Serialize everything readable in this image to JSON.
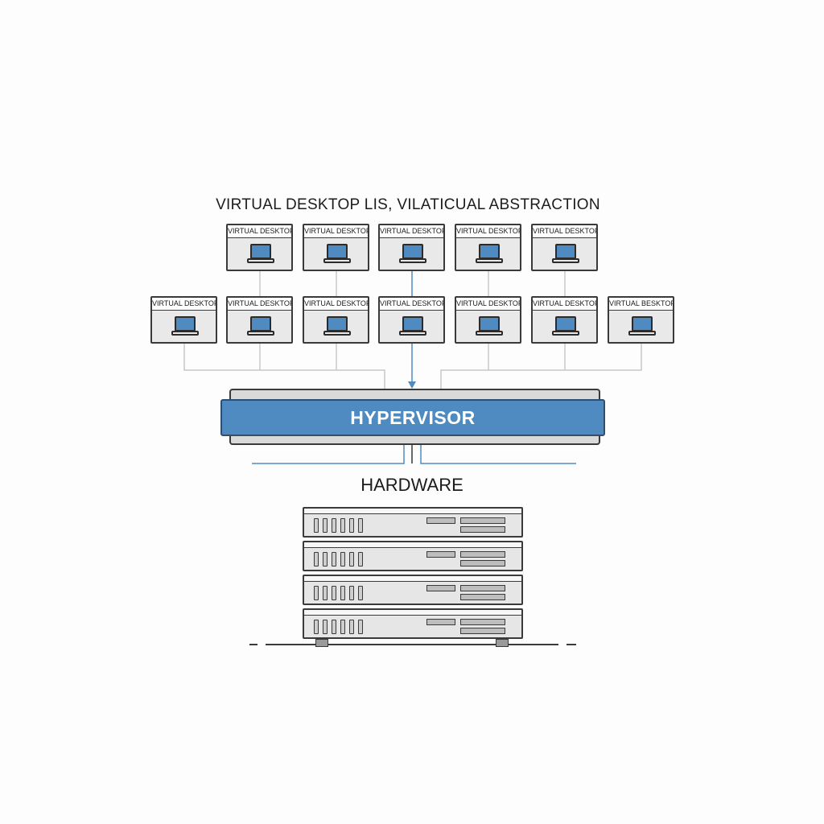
{
  "diagram": {
    "title": "VIRTUAL DESKTOP LIS, VILATICUAL ABSTRACTION",
    "desktops_row1": [
      {
        "label": "VIRTUAL DESKTOP"
      },
      {
        "label": "VIRTUAL DESKTOP"
      },
      {
        "label": "VIRTUAL DESKTOP"
      },
      {
        "label": "VIRTUAL DESKTOP"
      },
      {
        "label": "VIRTUAL DESKTOP"
      }
    ],
    "desktops_row2": [
      {
        "label": "VIRTUAL DESKTOP"
      },
      {
        "label": "VIRTUAL DESKTOP"
      },
      {
        "label": "VIRTUAL DESKTOP"
      },
      {
        "label": "VIRTUAL DESKTOP"
      },
      {
        "label": "VIRTUAL DESKTOP"
      },
      {
        "label": "VIRTUAL DESKTOP"
      },
      {
        "label": "VIRTUAL BESKTOP"
      }
    ],
    "hypervisor_label": "HYPERVISOR",
    "hardware_label": "HARDWARE",
    "server_units": 4,
    "icons": {
      "desktop": "laptop-icon",
      "hardware": "server-rack-icon"
    },
    "colors": {
      "accent_blue": "#4f8bc0",
      "outline": "#3a3a3a",
      "connector_gray": "#c8c8c8",
      "connector_blue": "#4f8bc0"
    }
  }
}
